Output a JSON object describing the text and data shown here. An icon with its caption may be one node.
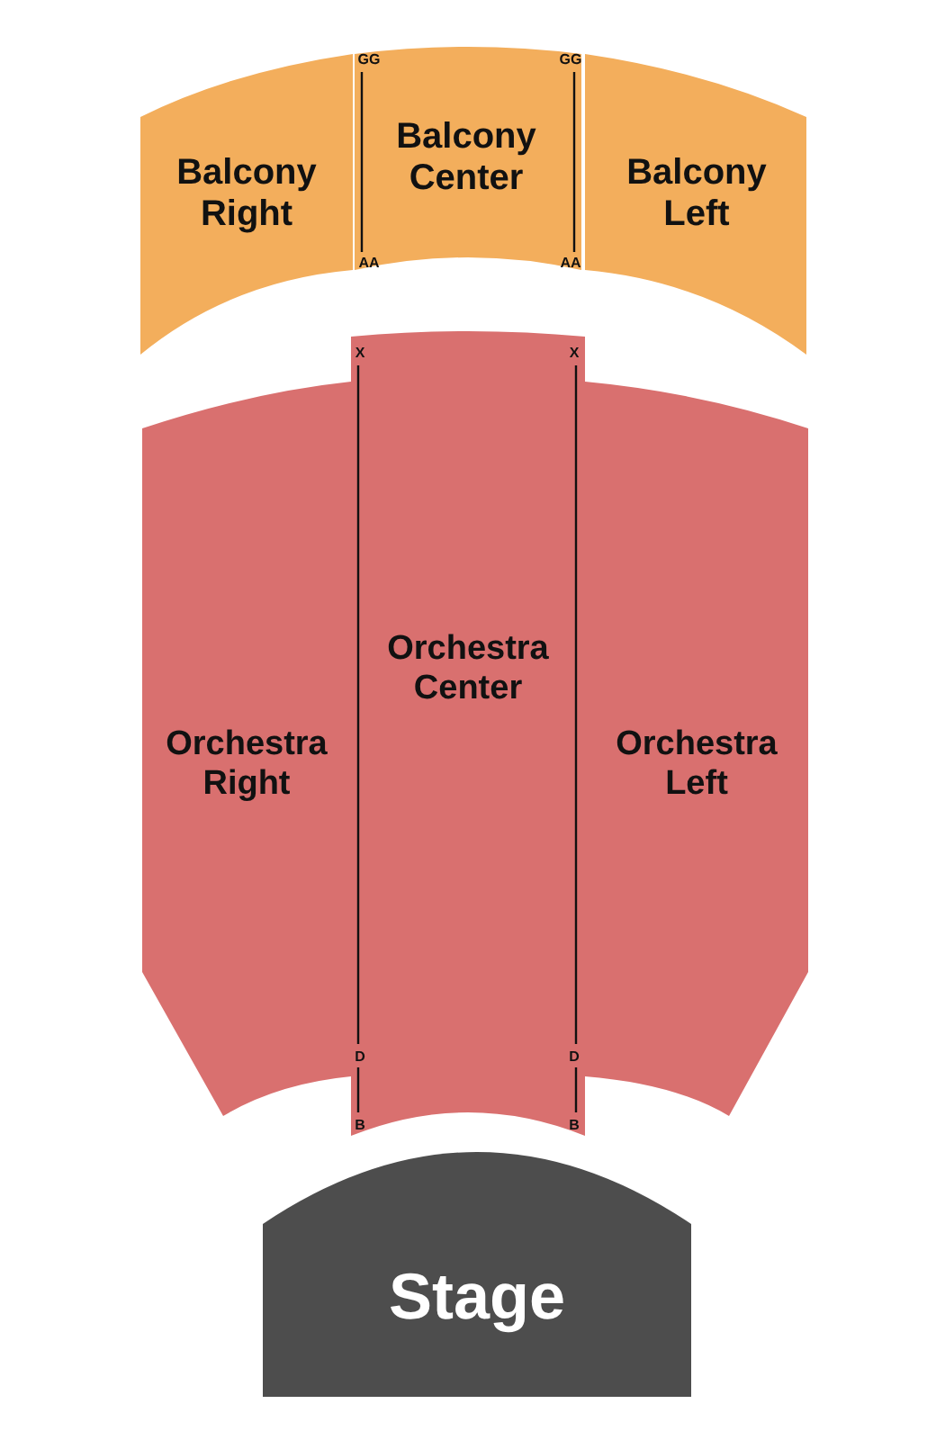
{
  "diagram": {
    "nodes": [
      {
        "text": [
          "Balcony Right"
        ]
      },
      {
        "text": [
          "Balcony Center"
        ]
      },
      {
        "text": [
          "Balcony Left"
        ]
      },
      {
        "text": [
          "Orchestra Right"
        ]
      },
      {
        "text": [
          "Orchestra Center"
        ]
      },
      {
        "text": [
          "Orchestra Left"
        ]
      },
      {
        "text": [
          "Stage"
        ]
      }
    ],
    "labels": [
      "GG",
      "GG",
      "AA",
      "AA",
      "X",
      "X",
      "D",
      "D",
      "B",
      "B"
    ]
  }
}
